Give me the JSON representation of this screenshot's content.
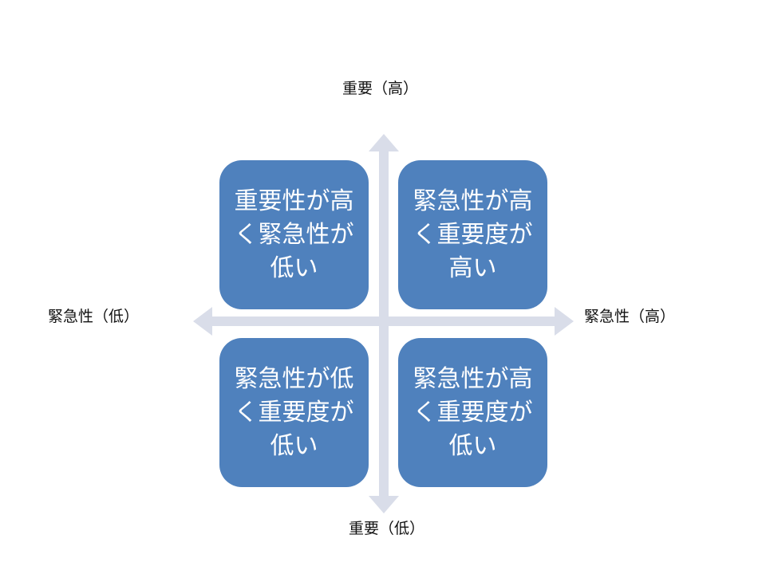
{
  "axes": {
    "top": "重要（高）",
    "bottom": "重要（低）",
    "left": "緊急性（低）",
    "right": "緊急性（高）"
  },
  "quadrants": {
    "top_left": "重要性が高く緊急性が低い",
    "top_right": "緊急性が高く重要度が高い",
    "bottom_left": "緊急性が低く重要度が低い",
    "bottom_right": "緊急性が高く重要度が低い"
  },
  "colors": {
    "quadrant_fill": "#4f81bd",
    "quadrant_text": "#ffffff",
    "arrow": "#d9dde9"
  }
}
